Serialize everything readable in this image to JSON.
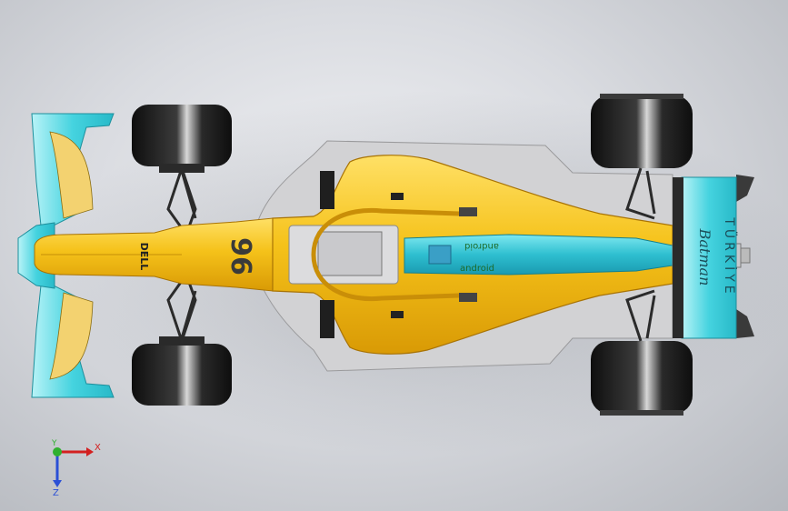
{
  "model": {
    "car_number": "96",
    "nose_text": "DELL",
    "airbox_texts": [
      "android",
      "android"
    ],
    "rear_wing_text": "TÜRKİYE",
    "rear_wing_script": "Batman"
  },
  "triad": {
    "x_label": "X",
    "y_label": "Y",
    "z_label": "Z"
  },
  "colors": {
    "body_yellow": "#f5c21a",
    "accent_cyan": "#36c7d6",
    "floor_gray": "#cfcfd0",
    "tire_black": "#1b1b1b"
  }
}
